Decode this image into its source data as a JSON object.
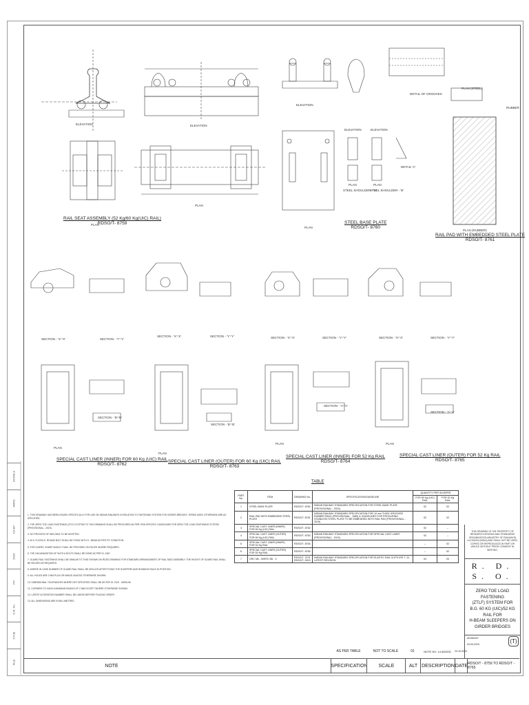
{
  "views": {
    "rail_seat": {
      "title": "RAIL SEAT ASSEMBLY (52 Kg/60 Kg(UIC) RAIL)",
      "ref": "RDSO/T- 8759",
      "plan": "PLAN",
      "elevation": "ELEVATION",
      "inset_elev": "ELEVATION",
      "inset_plan": "PLAN"
    },
    "steel_base_plate": {
      "title": "STEEL BASE PLATE",
      "ref": "RDSO/T- 8760",
      "elevation": "ELEVATION",
      "plan": "PLAN"
    },
    "steel_shoulder": {
      "elev_1": "ELEVATION",
      "elev_2": "ELEVATION",
      "plan_1": "PLAN",
      "plan_2": "PLAN",
      "label_1": "STEEL SHOULDER - 'A'",
      "label_2": "STEEL SHOULDER - 'B'",
      "detail": "DETAIL 'C'"
    },
    "rail_pad": {
      "title": "RAIL PAD WITH EMBEDDED STEEL PLATE",
      "ref": "RDSO/T- 8761",
      "grooves": "DETAIL OF GROOVES",
      "plan_steel": "PLAN (STEEL)",
      "plan_rubber": "PLAN (RUBBER)",
      "rubber": "RUBBER"
    },
    "sections": [
      "SECTION - 'X'-'X'",
      "SECTION - 'Y'-'Y'",
      "SECTION - 'X'-'X'",
      "SECTION - 'Y'-'Y'",
      "SECTION - 'X'-'X'",
      "SECTION - 'Y'-'Y'",
      "SECTION - 'X'-'X'",
      "SECTION - 'Y'-'Y'"
    ],
    "liners": [
      {
        "title": "SPECIAL CAST LINER (INNER) FOR 60 Kg (UIC) RAIL",
        "ref": "RDSO/T- 8762",
        "plan": "PLAN",
        "section": "SECTION - 'B'-'B'"
      },
      {
        "title": "SPECIAL CAST LINER (OUTER) FOR 60 Kg (UIC) RAIL",
        "ref": "RDSO/T- 8763",
        "plan": "PLAN",
        "section": "SECTION - 'B'-'B'"
      },
      {
        "title": "SPECIAL CAST LINER (INNER) FOR 52 Kg RAIL",
        "ref": "RDSO/T- 8764",
        "plan": "PLAN",
        "section": "SECTION - 'A'-'A'"
      },
      {
        "title": "SPECIAL CAST LINER (OUTER) FOR 52 Kg RAIL",
        "ref": "RDSO/T- 8765",
        "plan": "PLAN",
        "section": "SECTION - 'A'-'A'"
      }
    ]
  },
  "table": {
    "title": "TABLE",
    "headers": {
      "no": "PART No.",
      "item": "ITEM",
      "drawing": "DRAWING No.",
      "spec": "SPECIFICATION/GUIDELINE",
      "qty": "QUANTITY PER SLEEPER",
      "qty60": "FOR 60 Kg (UIC) RAIL",
      "qty52": "FOR 52 Kg RAIL"
    },
    "rows": [
      {
        "no": "1",
        "item": "STEEL BASE PLATE",
        "drawing": "RDSO/T- 8760",
        "spec": "INDIAN RAILWAY STANDARD SPECIFICATION FOR STEEL BASE PLATE (PROVISIONAL - 2019)",
        "q60": "02",
        "q52": "02"
      },
      {
        "no": "2",
        "item": "RAIL PAD WITH EMBEDDED STEEL PLATE",
        "drawing": "RDSO/T- 8761",
        "spec": "INDIAN RAILWAY STANDARD SPECIFICATION FOR 10 mm THICK GROOVED RUBBER PADS (PROVISIONAL - 1989) & GUIDELINES FOR PROCURING STAINLESS STEEL PLATE TO BE EMBEDDED WITH RAIL PAD (PROVISIONAL - 2019)",
        "q60": "02",
        "q52": "02"
      },
      {
        "no": "3",
        "item": "SPECIAL CAST LINER (INNER) FOR 60 Kg (UIC) RAIL",
        "drawing": "RDSO/T- 8762",
        "spec": "",
        "q60": "02",
        "q52": "--"
      },
      {
        "no": "4",
        "item": "SPECIAL CAST LINER (OUTER) FOR 60 Kg (UIC) RAIL",
        "drawing": "RDSO/T- 8763",
        "spec": "INDIAN RAILWAY STANDARD SPECIFICATION FOR SPECIAL CAST LINER (PROVISIONAL - 2019)",
        "q60": "02",
        "q52": "--"
      },
      {
        "no": "5",
        "item": "SPECIAL CAST LINER (INNER) FOR 52 Kg RAIL",
        "drawing": "RDSO/T- 8764",
        "spec": "",
        "q60": "--",
        "q52": "02"
      },
      {
        "no": "6",
        "item": "SPECIAL CAST LINER (OUTER) FOR 52 Kg RAIL",
        "drawing": "RDSO/T- 8765",
        "spec": "",
        "q60": "--",
        "q52": "02"
      },
      {
        "no": "7",
        "item": "GRC Mk - III/ERC Mk - V",
        "drawing": "RDSO/T- 3701 RDSO/T- 5919",
        "spec": "INDIAN RAILWAY STANDARD SPECIFICATION FOR ELASTIC RAIL CLIPS IRS T- 31 LATEST REVISION",
        "q60": "04",
        "q52": "04"
      }
    ]
  },
  "notes": [
    "1. THIS DRAWING HAS BEEN ISSUED SPECIFICALLY FOR USE ON INDIAN RAILWAYS IN RELATION TO FASTENING SYSTEM FOR GIRDER BRIDGES. TERMS USED OTHERWISE ARE AS SPECIFIED.",
    "2. THE ZERO TOE LOAD FASTENING (ZTLF) SYSTEM TO THIS DRAWING SHALL BE PROCURED AS PER ITEM SPECIFIC GUIDELINES FOR ZERO TOE LOAD FASTENING SYSTEM (PROVISIONAL - 2019).",
    "3. NO PROCESS OF WELDING TO BE ADOPTED.",
    "4. M.S. FLAT/M.S. ROUND BOLT SHALL BE FIXED WITH H - BEAM AS PER FIT CONDITION.",
    "5. FOR LINERS, SHARP ANGLE 2 MAX. BE PROVIDED ON FACES WHERE REQUIRED.",
    "6. THE GALVANIZATION OF NUTS & BOLTS SHALL BE DONE AS PER IS: 1367.",
    "7. GUARD RAIL FASTENING SHALL BE SIMILAR TO THAT SHOWN ON RDSO DRAWING FOR STANDARD ARRANGEMENT OF RAIL SEAT ASSEMBLY. THE HEIGHT OF GUARD RAIL SHALL BE PACKED AS REQUIRED.",
    "8. WHERE IN CASE NUMBER OF GUARD RAIL SHALL BE DRILLED AFTER FIXING THE SLEEPERS AND RUNNING RAILS IN POSITION.",
    "9. ALL HOLES ARE 2 MM PLUS OR MINUS UNLESS OTHERWISE SHOWN.",
    "10. DIMENSIONAL TOLERANCES WHERE NOT SPECIFIED SHALL BE AS PER IS: 2102 - MEDIUM.",
    "11. CORNERS TO HAVE A MINIMUM RADIUS OF 2 MM EXCEPT WHERE OTHERWISE SHOWN.",
    "12. LATEST ALTERATION NUMBER SHALL BE LINKED BEFORE PLACING ORDER.",
    "13. ALL DIMENSIONS ARE IN MILLIMETRES."
  ],
  "title_block": {
    "ownership": "THIS DRAWING IS THE PROPERTY OF RESEARCH DESIGNS AND STANDARDS ORGANISATION (MINISTRY OF RAILWAYS) LUCKNOW (INDIA) AND SHALL NOT BE USED, COPIED OR REPRODUCED IN PART OR WHOLE WITHOUT PRIOR CONSENT IN WRITING.",
    "org": "R. D. S. O.",
    "title_lines": [
      "ZERO TOE LOAD FASTENING",
      "(ZTLF) SYSTEM FOR",
      "B.G. 60 Kg (UIC)/52 Kg RAIL FOR",
      "H-BEAM SLEEPERS ON",
      "GIRDER BRIDGES"
    ],
    "stage": "ADVANCE",
    "date1": "23-10-2019",
    "date2": "04-09-2019",
    "code": "(T)"
  },
  "strip": {
    "note": "NOTE",
    "specification": "SPECIFICATION",
    "scale": "SCALE",
    "alt": "ALT",
    "description": "DESCRIPTION",
    "date": "DATE",
    "drawing_range": "RDSO/T - 8759 TO RDSO/T - 8765",
    "spec_value": "AS PER TABLE",
    "scale_value": "NOT TO SCALE",
    "alt_value": "01",
    "desc_value": "NOTE No. 14 ADDED",
    "date_value": "23-10-2019"
  },
  "left_strip": [
    "FILE",
    "CTUE",
    "C.R. No.",
    "PN",
    "DGO",
    "CH BY",
    "ARPG",
    "INITIALS"
  ]
}
